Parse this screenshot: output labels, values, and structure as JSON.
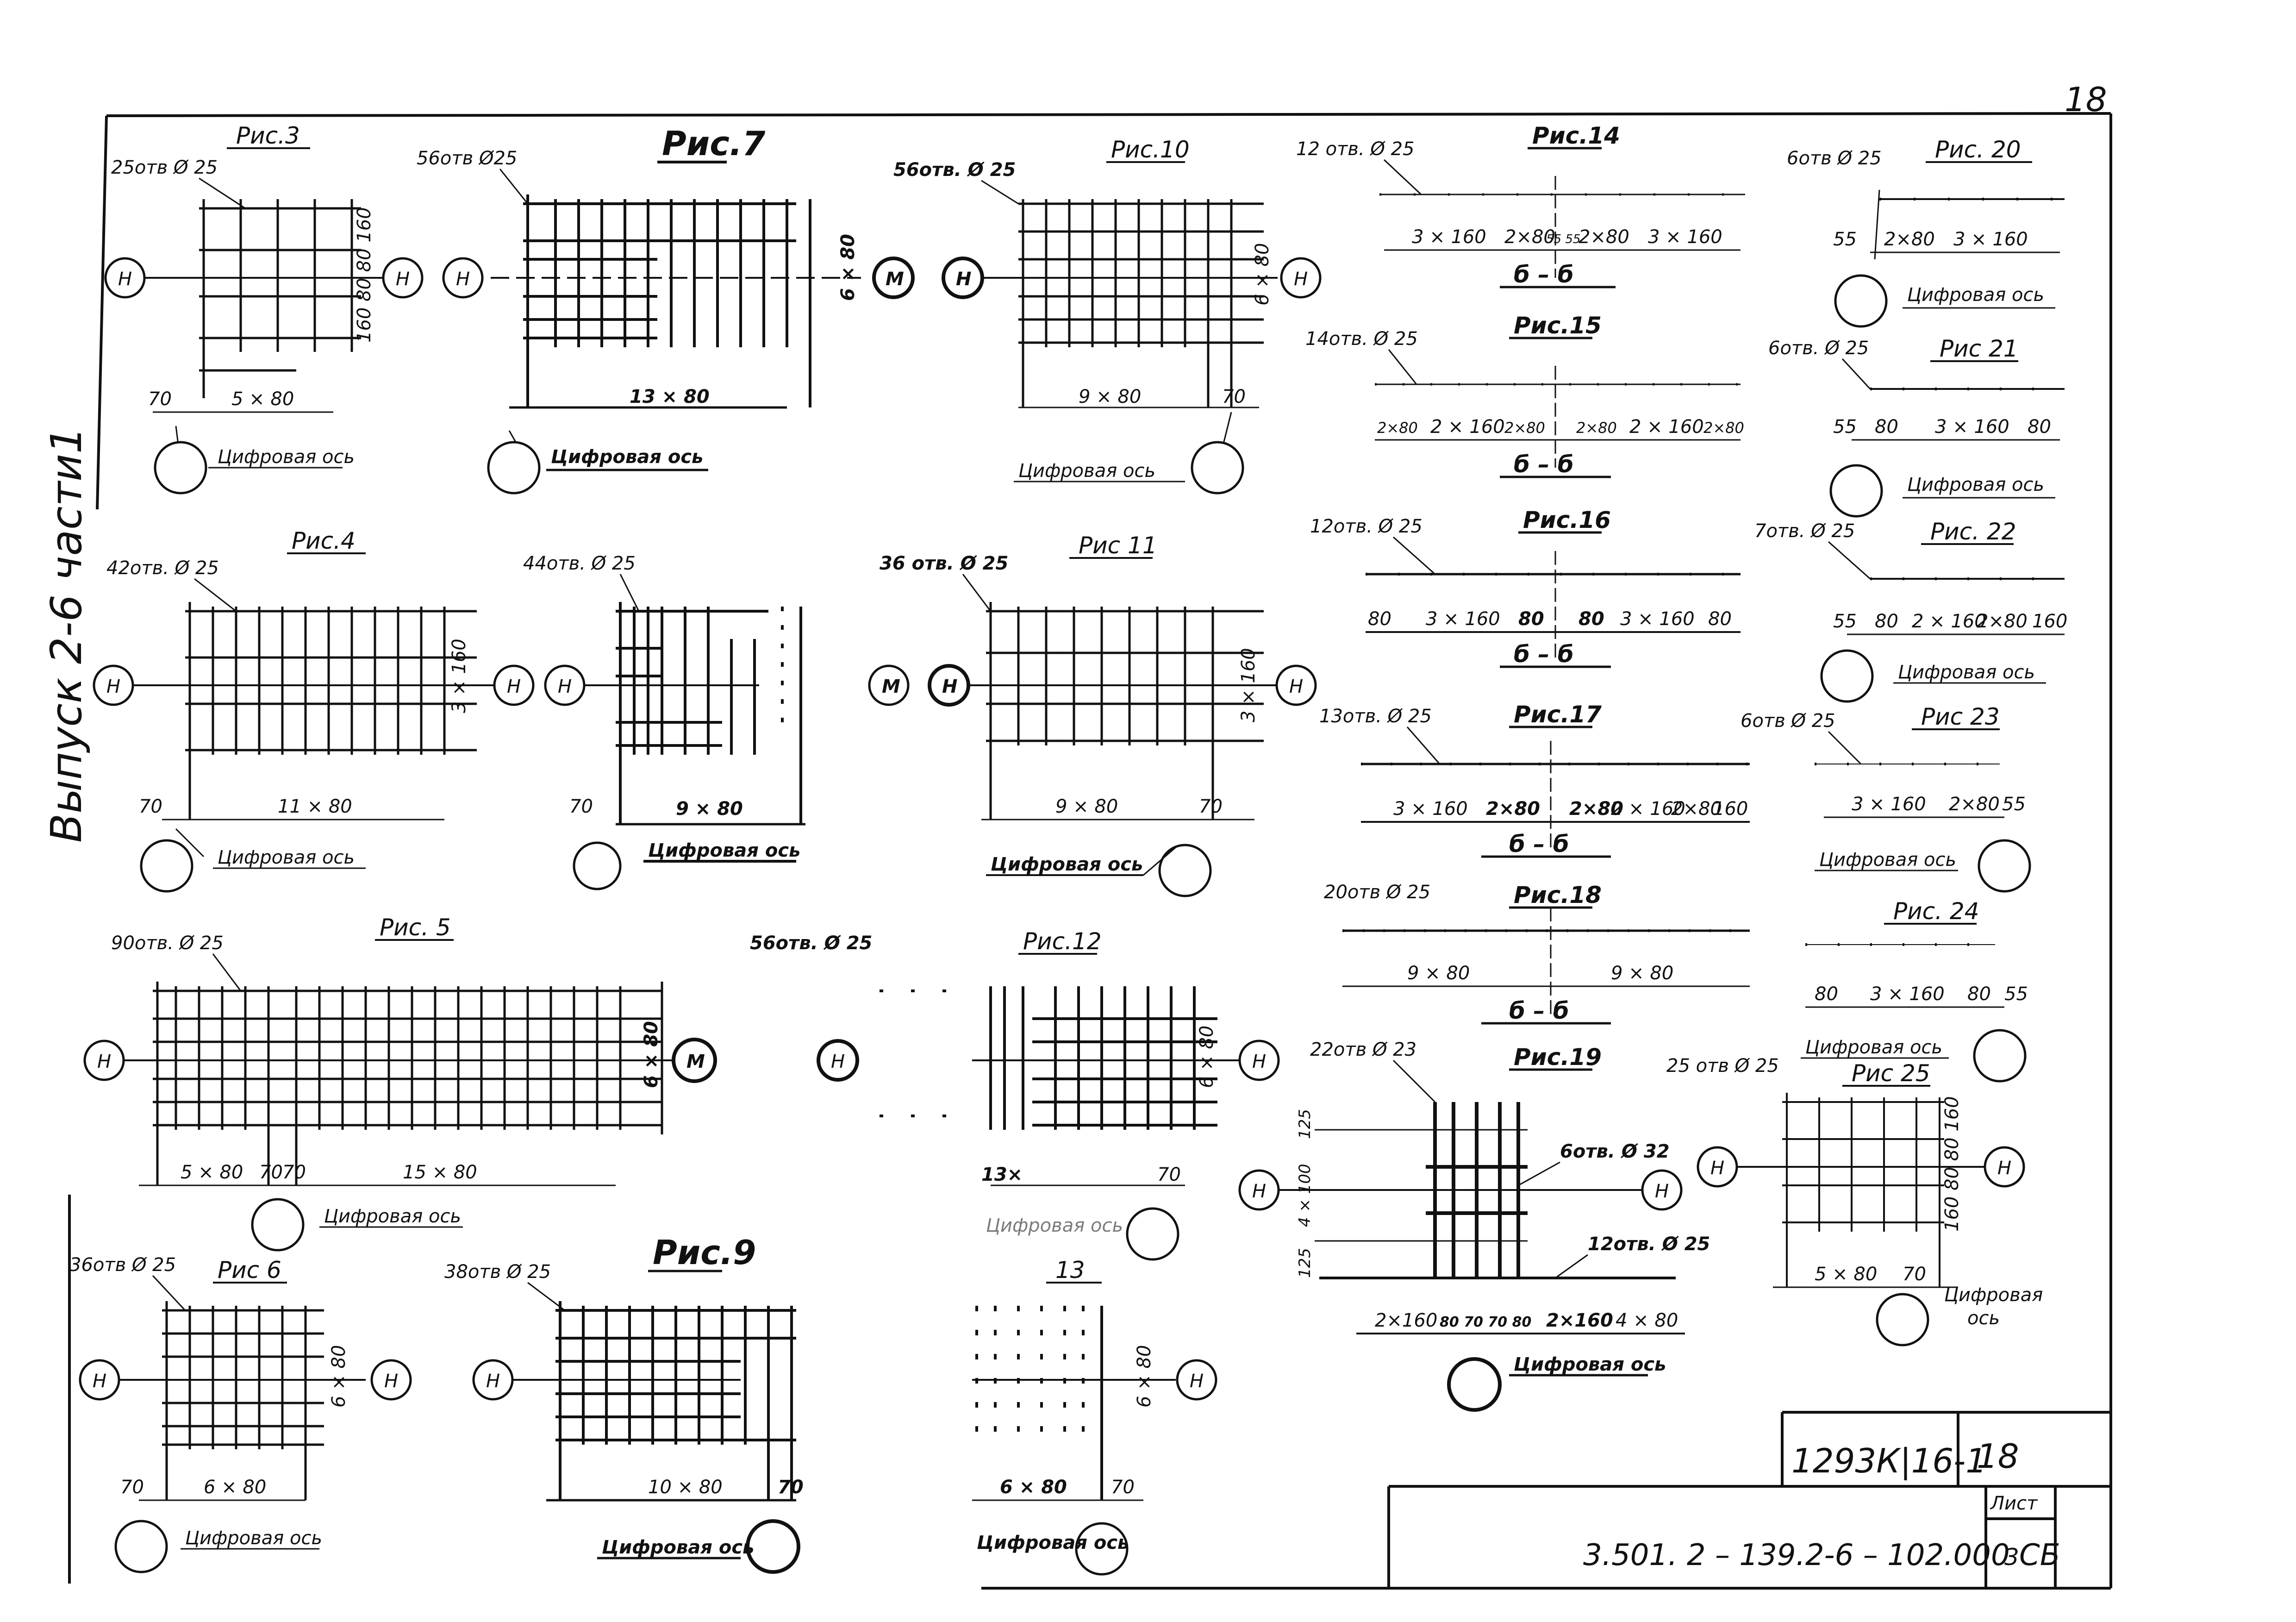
{
  "sheet": {
    "page_number": "18",
    "side_note": "Выпуск 2-6 части1",
    "stamp_code": "1293К|16-1",
    "stamp_sheet": "18",
    "doc_code": "3.501. 2 – 139.2-6 – 102.000 СБ",
    "list_label": "Лист",
    "list_number": "3"
  },
  "common": {
    "axis_letter": "Н",
    "axis_letter_m": "М",
    "axis_caption": "Цифровая ось",
    "axis_caption_split_1": "Цифровая",
    "axis_caption_split_2": "ось",
    "section": "б – б"
  },
  "figures": {
    "f3": {
      "title": "Рис.3",
      "holes": "25отв Ø 25",
      "dim_h": "5 × 80",
      "dim_e": "70",
      "dim_v": "160 80 80 160"
    },
    "f7": {
      "title": "Рис.7",
      "holes": "56отв Ø25",
      "dim_h": "13 × 80",
      "dim_v": "6 × 80"
    },
    "f10": {
      "title": "Рис.10",
      "holes": "56отв. Ø 25",
      "dim_h": "9 × 80",
      "dim_e": "70",
      "dim_v": "6 × 80"
    },
    "f4": {
      "title": "Рис.4",
      "holes": "42отв. Ø 25",
      "dim_h": "11 × 80",
      "dim_e": "70",
      "dim_v": "3 × 160"
    },
    "f8": {
      "holes": "44отв. Ø 25",
      "dim_h": "9 × 80",
      "dim_e": "70"
    },
    "f11": {
      "title": "Рис 11",
      "holes": "36 отв. Ø 25",
      "dim_h": "9 × 80",
      "dim_e": "70",
      "dim_v": "3 × 160"
    },
    "f5": {
      "title": "Рис. 5",
      "holes": "90отв. Ø 25",
      "dim_h1": "5 × 80",
      "dim_e1": "70",
      "dim_e2": "70",
      "dim_h2": "15 × 80",
      "dim_v": "6 × 80"
    },
    "f12": {
      "title": "Рис.12",
      "holes": "56отв. Ø 25",
      "dim_h": "13×",
      "dim_e": "70",
      "dim_v": "6 × 80"
    },
    "f6": {
      "title": "Рис 6",
      "holes": "36отв Ø 25",
      "dim_h": "6 × 80",
      "dim_e": "70",
      "dim_v": "6 × 80"
    },
    "f9": {
      "title": "Рис.9",
      "holes": "38отв Ø 25",
      "dim_h": "10 × 80",
      "dim_e": "70"
    },
    "f13": {
      "title": "13",
      "dim_h": "6 × 80",
      "dim_e": "70",
      "dim_v": "6 × 80"
    },
    "f14": {
      "title": "Рис.14",
      "holes": "12 отв. Ø 25",
      "d1": "3 × 160",
      "d2": "2×80",
      "d3": "55 55",
      "d4": "2×80",
      "d5": "3 × 160"
    },
    "f15": {
      "title": "Рис.15",
      "holes": "14отв. Ø 25",
      "d1": "2×80",
      "d2": "2 × 160",
      "d3": "2×80",
      "d4": "2×80",
      "d5": "2 × 160",
      "d6": "2×80"
    },
    "f16": {
      "title": "Рис.16",
      "holes": "12отв. Ø 25",
      "d1": "80",
      "d2": "3 × 160",
      "d3": "80",
      "d4": "80",
      "d5": "3 × 160",
      "d6": "80"
    },
    "f17": {
      "title": "Рис.17",
      "holes": "13отв. Ø 25",
      "d1": "3 × 160",
      "d2": "2×80",
      "d3": "2×80",
      "d4": "2 × 160",
      "d5": "2×80",
      "d6": "160"
    },
    "f18": {
      "title": "Рис.18",
      "holes": "20отв Ø 25",
      "d1": "9 × 80",
      "d2": "9 × 80"
    },
    "f19": {
      "title": "Рис.19",
      "holes": "22отв Ø 23",
      "holes2": "6отв. Ø 32",
      "holes3": "12отв. Ø 25",
      "v1": "125",
      "v2": "4 × 100",
      "v3": "125",
      "d1": "2×160",
      "d2": "80 70 70 80",
      "d3": "2×160",
      "d4": "4 × 80"
    },
    "f20": {
      "title": "Рис. 20",
      "holes": "6отв Ø 25",
      "d0": "55",
      "d1": "2×80",
      "d2": "3 × 160"
    },
    "f21": {
      "title": "Рис 21",
      "holes": "6отв. Ø 25",
      "d0": "55",
      "d1": "80",
      "d2": "3 × 160",
      "d3": "80"
    },
    "f22": {
      "title": "Рис. 22",
      "holes": "7отв. Ø 25",
      "d0": "55",
      "d1": "80",
      "d2": "2 × 160",
      "d3": "2×80",
      "d4": "160"
    },
    "f23": {
      "title": "Рис 23",
      "holes": "6отв Ø 25",
      "d1": "3 × 160",
      "d2": "2×80",
      "d3": "55"
    },
    "f24": {
      "title": "Рис. 24",
      "d1": "80",
      "d2": "3 × 160",
      "d3": "80",
      "d4": "55"
    },
    "f25": {
      "title": "Рис 25",
      "holes": "25 отв Ø 25",
      "dim_h": "5 × 80",
      "dim_e": "70",
      "dim_v": "160 80 80 160"
    }
  }
}
